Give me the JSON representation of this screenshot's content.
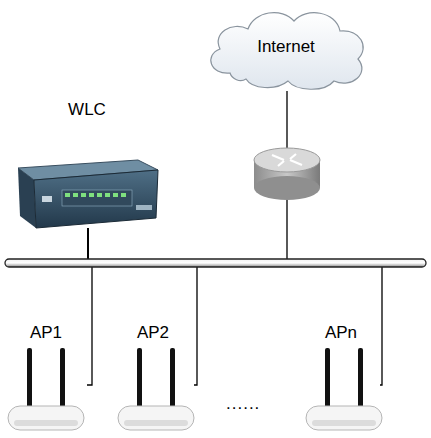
{
  "diagram": {
    "nodes": [
      {
        "text": [
          "Internet"
        ]
      },
      {
        "text": [
          "WLC"
        ]
      },
      {
        "text": [
          "AP1"
        ]
      },
      {
        "text": [
          "AP2"
        ]
      },
      {
        "text": [
          "APn"
        ]
      }
    ],
    "edges": [
      {
        "from": 0,
        "to": 1,
        "arrow": "none"
      },
      {
        "from": 1,
        "to": 2,
        "arrow": "none"
      },
      {
        "from": 1,
        "to": 3,
        "arrow": "none"
      },
      {
        "from": 1,
        "to": 4,
        "arrow": "none"
      }
    ],
    "labels": [
      "......"
    ]
  }
}
